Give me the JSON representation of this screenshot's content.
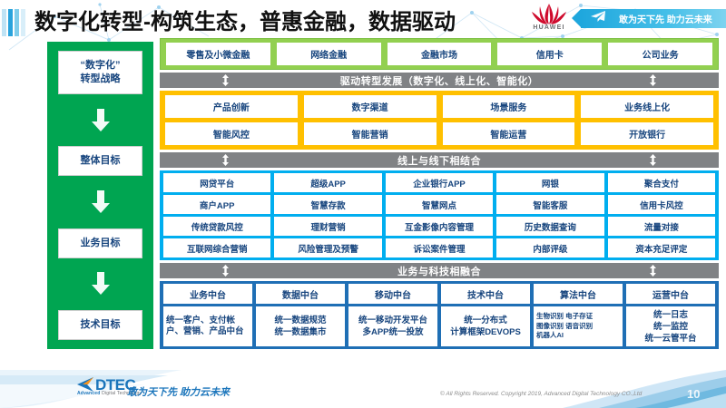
{
  "header": {
    "title": "数字化转型-构筑生态，普惠金融，数据驱动",
    "brand": "HUAWEI",
    "ribbon_text": "敢为天下先 助力云未来"
  },
  "colors": {
    "green": "#00A551",
    "light_green": "#92D050",
    "orange": "#FFC000",
    "blue": "#00AEEF",
    "navy": "#1F6FB5",
    "gray": "#808285",
    "text_blue": "#17457E"
  },
  "sidebar": {
    "items": [
      {
        "label": "“数字化”\n转型战略"
      },
      {
        "label": "整体目标"
      },
      {
        "label": "业务目标"
      },
      {
        "label": "技术目标"
      }
    ]
  },
  "business_lines": {
    "cells": [
      "零售及小微金融",
      "网络金融",
      "金融市场",
      "信用卡",
      "公司业务"
    ]
  },
  "bar_drive": {
    "label": "驱动转型发展（数字化、线上化、智能化）"
  },
  "capabilities": {
    "rows": [
      [
        "产品创新",
        "数字渠道",
        "场景服务",
        "业务线上化"
      ],
      [
        "智能风控",
        "智能营销",
        "智能运营",
        "开放银行"
      ]
    ]
  },
  "bar_online_offline": {
    "label": "线上与线下相结合"
  },
  "applications": {
    "rows": [
      [
        "网贷平台",
        "超级APP",
        "企业银行APP",
        "网银",
        "聚合支付"
      ],
      [
        "商户APP",
        "智慧存款",
        "智慧网点",
        "智能客服",
        "信用卡风控"
      ],
      [
        "传统贷款风控",
        "理财营销",
        "互金影像内容管理",
        "历史数据查询",
        "流量对接"
      ],
      [
        "互联网综合营销",
        "风险管理及预警",
        "诉讼案件管理",
        "内部评级",
        "资本充足评定"
      ]
    ]
  },
  "bar_fusion": {
    "label": "业务与科技相融合"
  },
  "platforms": {
    "columns": [
      {
        "head": "业务中台",
        "desc": "统一客户、支付帐户、营销、产品中台",
        "style": "left"
      },
      {
        "head": "数据中台",
        "desc": "统一数据规范\n统一数据集市",
        "style": "center"
      },
      {
        "head": "移动中台",
        "desc": "统一移动开发平台\n多APP统一投放",
        "style": "center"
      },
      {
        "head": "技术中台",
        "desc": "统一分布式\n计算框架DEVOPS",
        "style": "center"
      },
      {
        "head": "算法中台",
        "desc": "生物识别 电子存证\n图像识别 语音识别\n机器人AI",
        "style": "tiny"
      },
      {
        "head": "运营中台",
        "desc": "统一日志\n统一监控\n统一云管平台",
        "style": "center"
      }
    ]
  },
  "footer": {
    "logo_text": "DTEC",
    "logo_sub_bold": "Advanced",
    "logo_sub_rest": " Digital Technology",
    "slogan": "敢为天下先   助力云未来",
    "copyright": "© All Rights Reserved. Copyright 2019, Advanced Digital Technology CO.,Ltd",
    "page_number": "10"
  }
}
